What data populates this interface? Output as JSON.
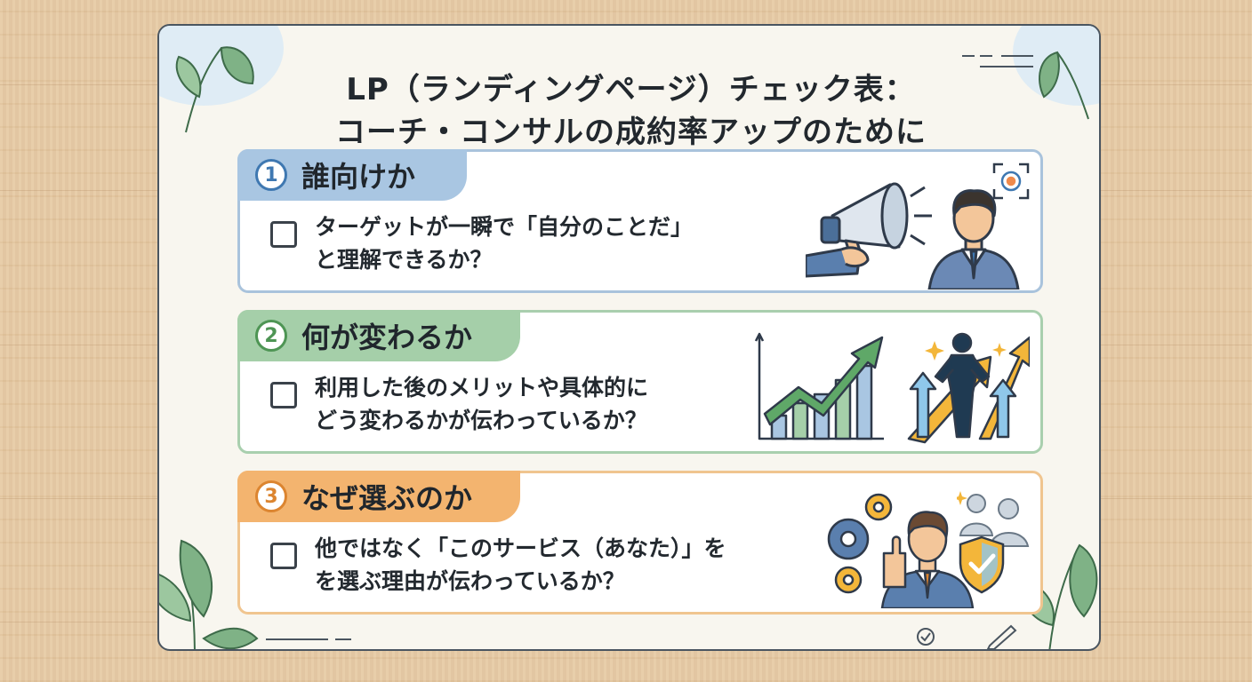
{
  "title": {
    "line1": "LP（ランディングページ）チェック表：",
    "line2": "コーチ・コンサルの成約率アップのために"
  },
  "sections": [
    {
      "number": "1",
      "heading": "誰向けか",
      "lines": [
        "ターゲットが一瞬で「自分のことだ」",
        "と理解できるか？"
      ],
      "icons": [
        "megaphone-icon",
        "businessman-icon",
        "target-icon"
      ]
    },
    {
      "number": "2",
      "heading": "何が変わるか",
      "lines": [
        "利用した後のメリットや具体的に",
        "どう変わるかが伝わっているか？"
      ],
      "icons": [
        "growth-chart-icon",
        "success-person-icon"
      ]
    },
    {
      "number": "3",
      "heading": "なぜ選ぶのか",
      "lines": [
        "他ではなく「このサービス（あなた）」を",
        "を選ぶ理由が伝わっているか？"
      ],
      "icons": [
        "gears-icon",
        "thumbs-up-person-icon",
        "shield-check-icon",
        "group-icon"
      ]
    }
  ],
  "colors": {
    "section1_accent": "#a9c6e2",
    "section2_accent": "#a5cfa9",
    "section3_accent": "#f3b46f",
    "title_text": "#22282e"
  }
}
